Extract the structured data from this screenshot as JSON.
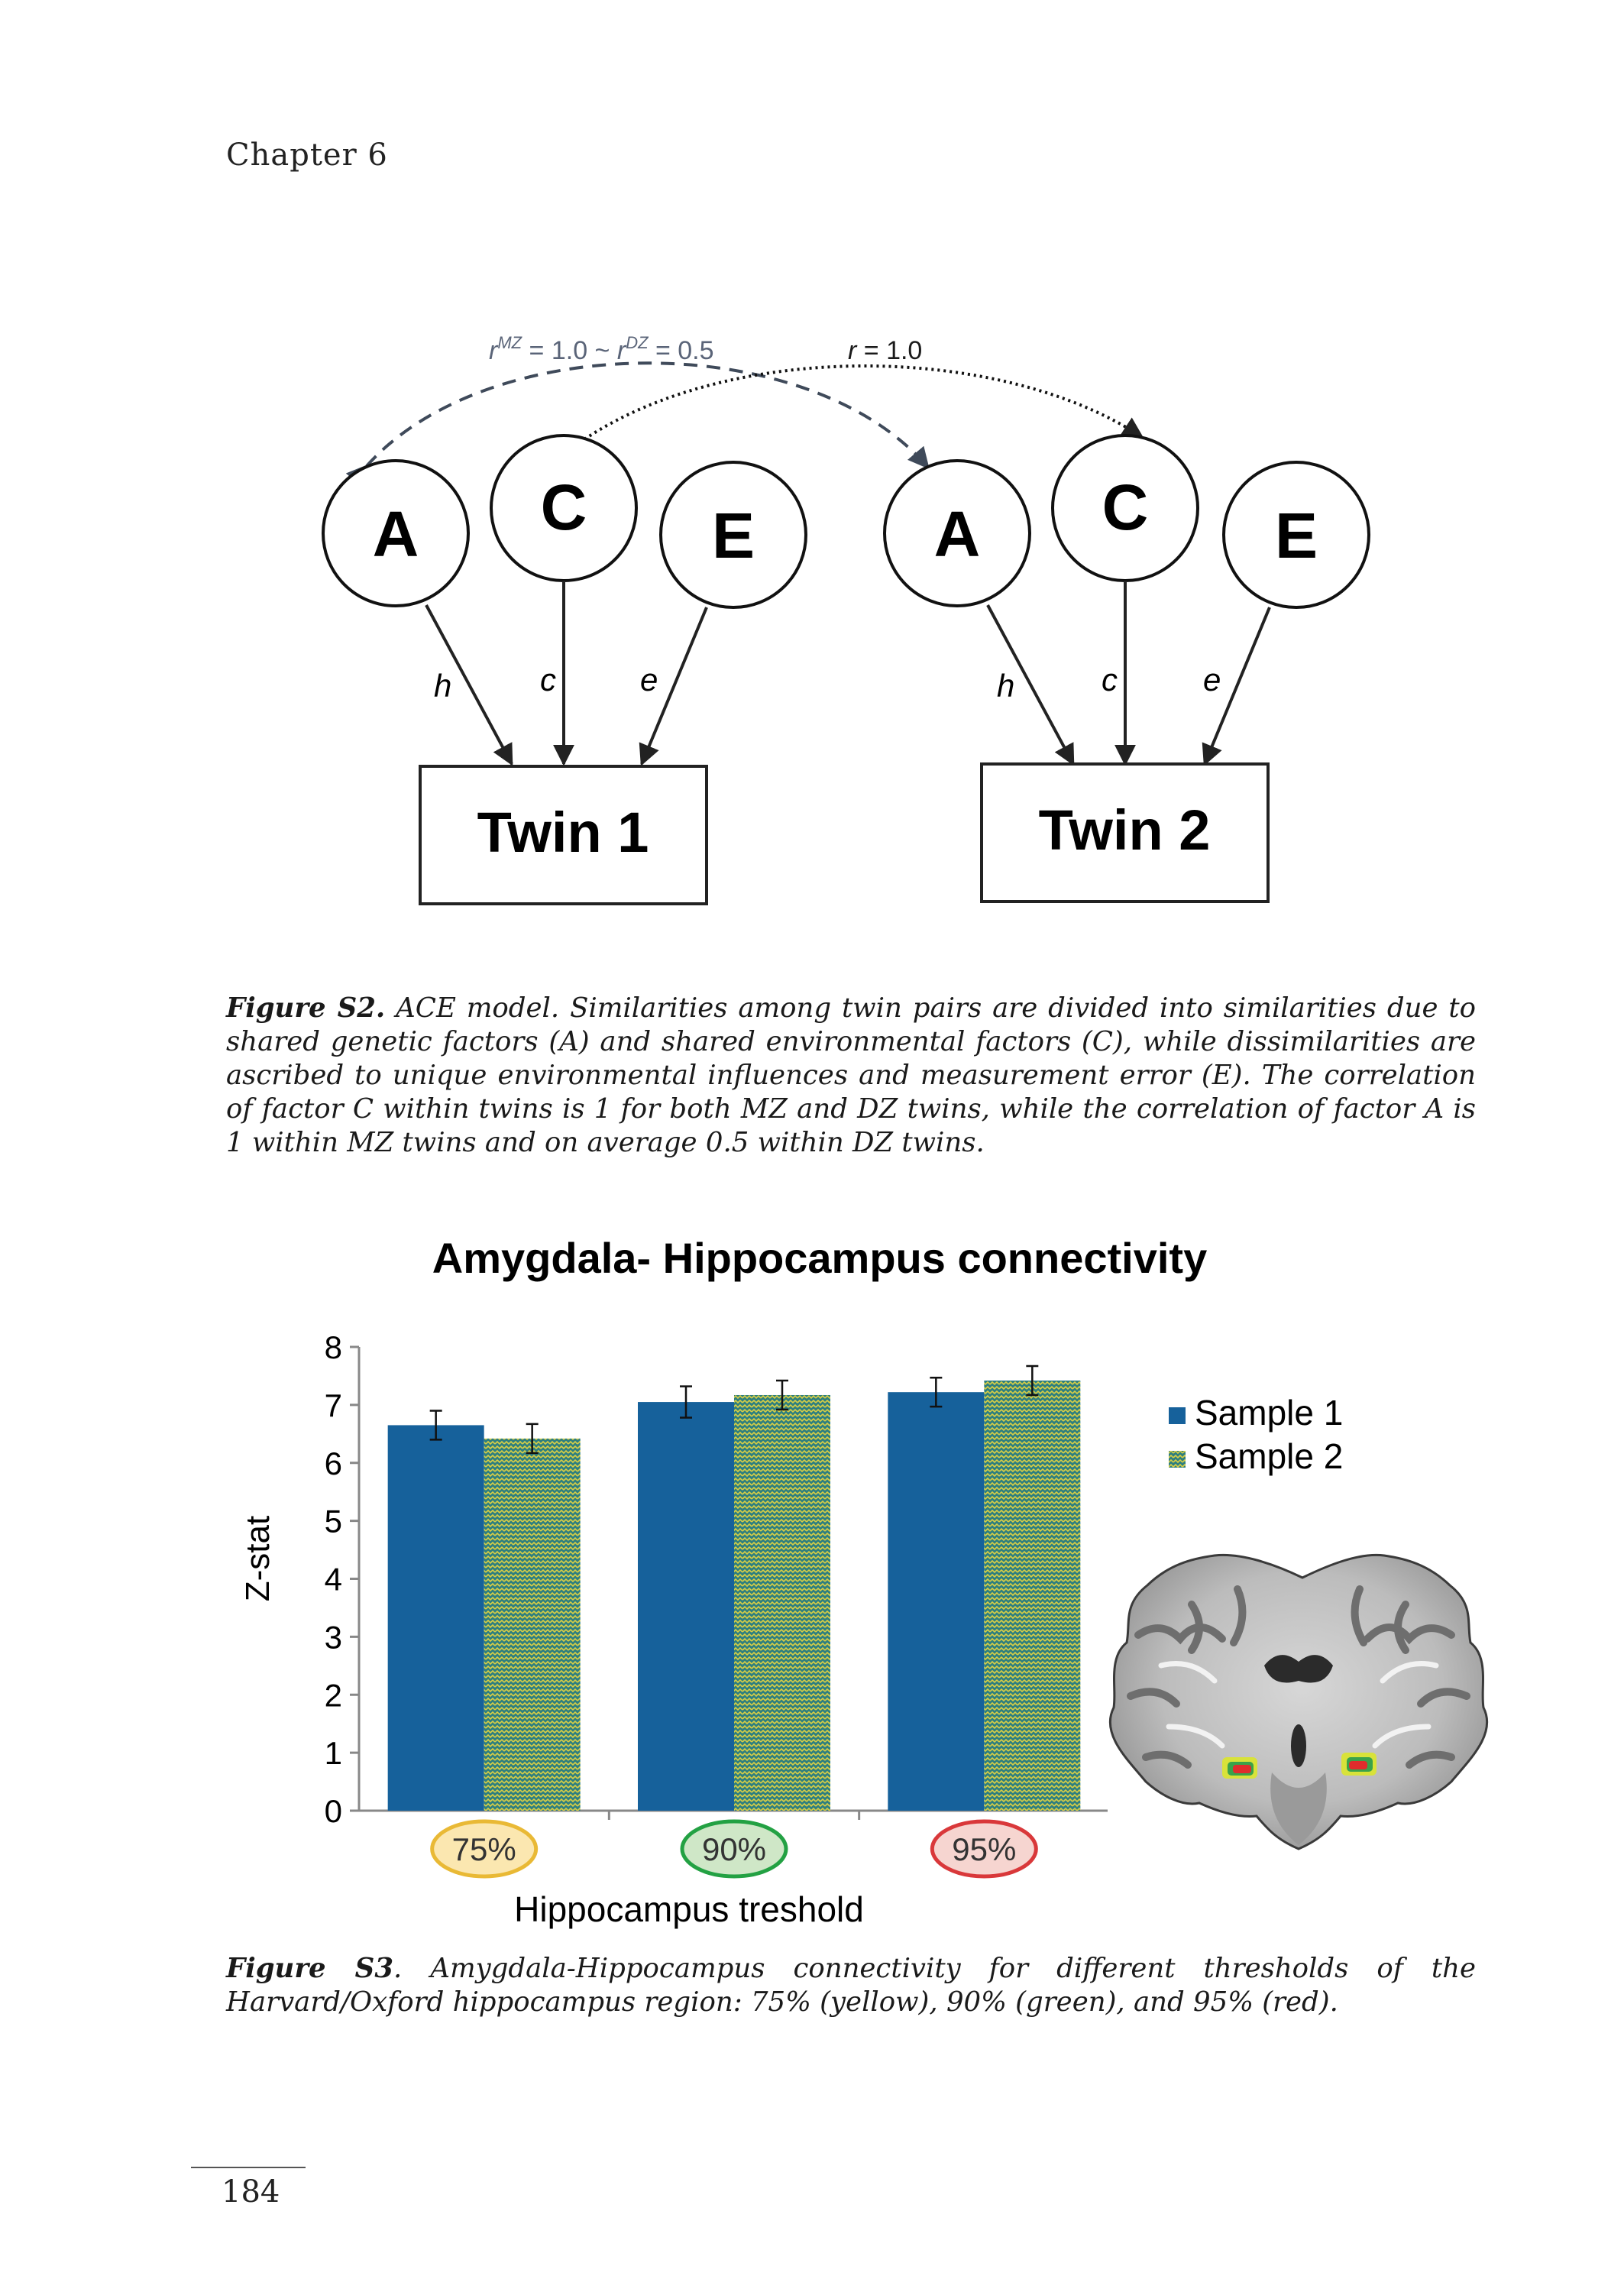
{
  "header": {
    "chapter": "Chapter 6"
  },
  "figure_s2": {
    "labels": {
      "corr_prefix": "r",
      "corr_mz": "MZ",
      "corr_mid": " = 1.0 ~ ",
      "corr_dz": "DZ",
      "corr_end": " = 0.5",
      "corr_r": "r",
      "corr_r_value": " = 1.0"
    },
    "twin1": {
      "a": "A",
      "c": "C",
      "e": "E",
      "path_h": "h",
      "path_c": "c",
      "path_e": "e",
      "box": "Twin 1"
    },
    "twin2": {
      "a": "A",
      "c": "C",
      "e": "E",
      "path_h": "h",
      "path_c": "c",
      "path_e": "e",
      "box": "Twin 2"
    },
    "caption": {
      "label": "Figure S2.",
      "text": " ACE model. Similarities among twin pairs are divided into similarities due to shared genetic factors (A) and shared environmental factors (C), while dissimilarities are ascribed to unique environmental influences and measurement error (E). The correlation of factor C within twins is 1 for both MZ and DZ twins, while the correlation of factor A is 1 within MZ twins and on average 0.5 within DZ twins."
    }
  },
  "figure_s3": {
    "caption": {
      "label": "Figure S3",
      "text": ". Amygdala-Hippocampus connectivity for different thresholds of the Harvard/Oxford hippocampus region: 75% (yellow), 90% (green), and 95% (red)."
    },
    "badge_colors": {
      "75%": {
        "fill": "#fbe7b0",
        "stroke": "#e9b935"
      },
      "90%": {
        "fill": "#cfe7c7",
        "stroke": "#23a143"
      },
      "95%": {
        "fill": "#f6d5d0",
        "stroke": "#d9383a"
      }
    }
  },
  "chart_data": {
    "type": "bar",
    "title": "Amygdala- Hippocampus connectivity",
    "xlabel": "Hippocampus treshold",
    "ylabel": "Z-stat",
    "categories": [
      "75%",
      "90%",
      "95%"
    ],
    "ylim": [
      0,
      8
    ],
    "yticks": [
      "0",
      "1",
      "2",
      "3",
      "4",
      "5",
      "6",
      "7",
      "8"
    ],
    "grid": false,
    "legend_position": "right",
    "series": [
      {
        "name": "Sample 1",
        "values": [
          6.65,
          7.05,
          7.22
        ],
        "errors": [
          0.25,
          0.27,
          0.25
        ],
        "color": "#16619b",
        "pattern": "solid"
      },
      {
        "name": "Sample 2",
        "values": [
          6.42,
          7.17,
          7.42
        ],
        "errors": [
          0.25,
          0.25,
          0.25
        ],
        "color": "#2f7f7f",
        "pattern": "zigzag"
      }
    ]
  },
  "images": {
    "brain": "coronal-brain-slice-with-hippocampus-overlay"
  },
  "footer": {
    "page_number": "184"
  }
}
